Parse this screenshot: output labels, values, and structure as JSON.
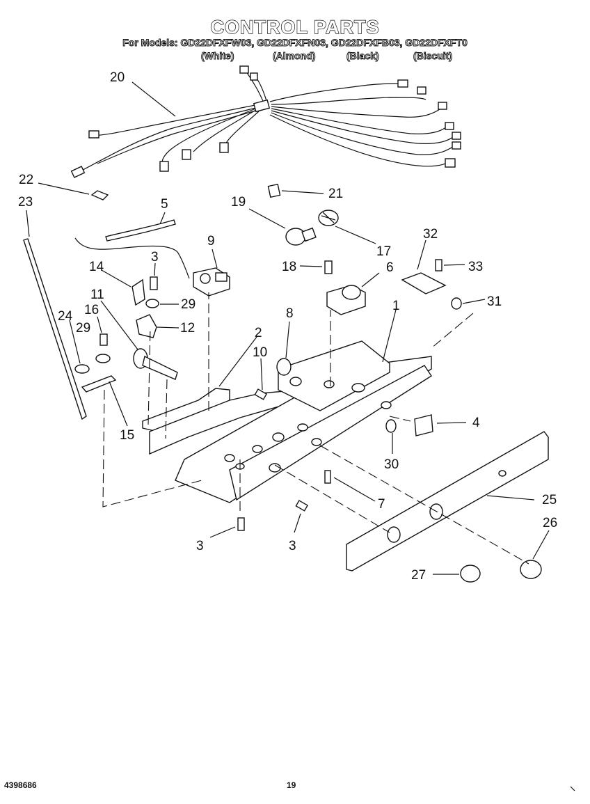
{
  "header": {
    "title": "CONTROL PARTS",
    "models_line": "For Models: GD22DFXFW03, GD22DFXFN03, GD22DFXFB03, GD22DFXFT0",
    "colors": [
      "(White)",
      "(Almond)",
      "(Black)",
      "(Biscuit)"
    ]
  },
  "callouts": [
    "20",
    "22",
    "23",
    "5",
    "19",
    "21",
    "17",
    "32",
    "33",
    "9",
    "14",
    "3",
    "29",
    "18",
    "6",
    "31",
    "11",
    "16",
    "24",
    "12",
    "8",
    "1",
    "2",
    "10",
    "4",
    "30",
    "15",
    "7",
    "25",
    "26",
    "27"
  ],
  "footer": {
    "doc_number": "4398686",
    "page_number": "19"
  }
}
